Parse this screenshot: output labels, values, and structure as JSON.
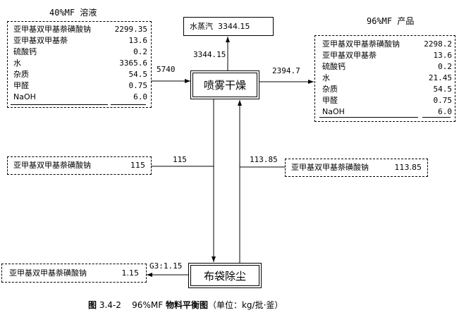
{
  "feed": {
    "title": "40%MF 溶液",
    "rows": [
      {
        "name": "亚甲基双甲基萘磺酸钠",
        "value": "2299.35"
      },
      {
        "name": "亚甲基双甲基萘",
        "value": "13.6"
      },
      {
        "name": "硫酸钙",
        "value": "0.2"
      },
      {
        "name": "水",
        "value": "3365.6"
      },
      {
        "name": "杂质",
        "value": "54.5"
      },
      {
        "name": "甲醛",
        "value": "0.75"
      },
      {
        "name": "NaOH",
        "value": "6.0"
      }
    ]
  },
  "product": {
    "title": "96%MF 产品",
    "rows": [
      {
        "name": "亚甲基双甲基萘磺酸钠",
        "value": "2298.2"
      },
      {
        "name": "亚甲基双甲基萘",
        "value": "13.6"
      },
      {
        "name": "硫酸钙",
        "value": "0.2"
      },
      {
        "name": "水",
        "value": "21.45"
      },
      {
        "name": "杂质",
        "value": "54.5"
      },
      {
        "name": "甲醛",
        "value": "0.75"
      },
      {
        "name": "NaOH",
        "value": "6.0"
      }
    ]
  },
  "steam": {
    "name": "水蒸汽",
    "value": "3344.15"
  },
  "dryer": "喷雾干燥",
  "dust": "布袋除尘",
  "flows": {
    "feed_in": "5740",
    "steam_out": "3344.15",
    "product_out": "2394.7",
    "recycle_in": "115",
    "recycle_out": "113.85",
    "g3": "G3:1.15"
  },
  "recycle_in_box": {
    "name": "亚甲基双甲基萘磺酸钠",
    "value": "115"
  },
  "recycle_out_box": {
    "name": "亚甲基双甲基萘磺酸钠",
    "value": "113.85"
  },
  "g3_box": {
    "name": "亚甲基双甲基萘磺酸钠",
    "value": "1.15"
  },
  "caption": {
    "label": "图",
    "number": "3.4-2",
    "product": "96%MF",
    "title": "物料平衡图",
    "unit": "（单位：kg/批·釜）"
  }
}
